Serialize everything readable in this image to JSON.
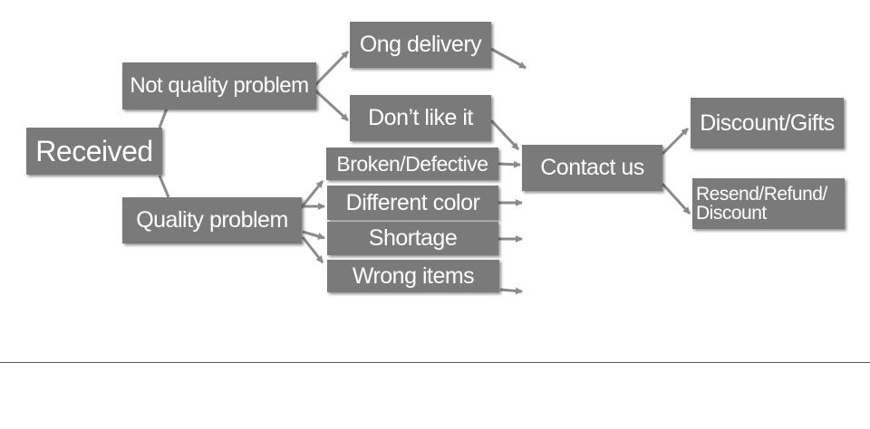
{
  "diagram": {
    "root": "Received",
    "branch_not_quality": "Not quality problem",
    "branch_quality": "Quality problem",
    "ong_delivery": "Ong delivery",
    "dont_like": "Don’t like it",
    "broken": "Broken/Defective",
    "different_color": "Different color",
    "shortage": "Shortage",
    "wrong_items": "Wrong items",
    "contact": "Contact us",
    "discount_gifts": "Discount/Gifts",
    "resend_line1": "Resend/Refund/",
    "resend_line2": "Discount"
  },
  "colors": {
    "box_fill": "#7a7a7a",
    "text": "#ffffff",
    "connector": "#8a8a8a"
  }
}
